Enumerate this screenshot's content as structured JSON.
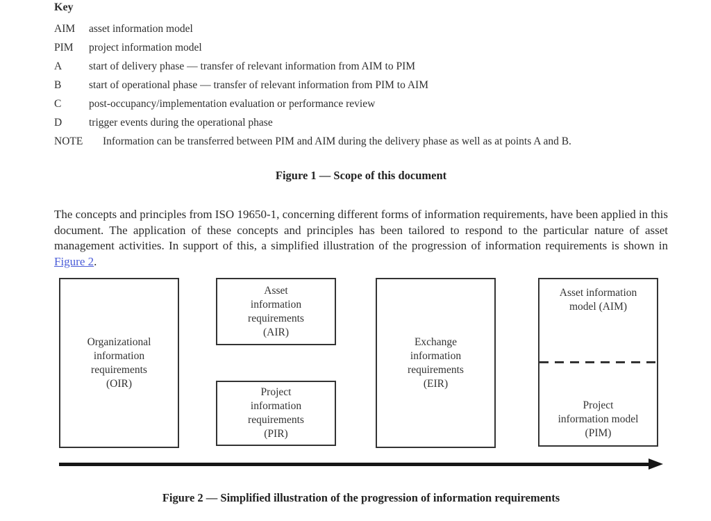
{
  "colors": {
    "text": "#2e2e2e",
    "link_blue": "#4a5cd8",
    "box_border": "#333333",
    "arrow_black": "#161616"
  },
  "key": {
    "title": "Key",
    "items": [
      {
        "term": "AIM",
        "definition": "asset information model"
      },
      {
        "term": "PIM",
        "definition": "project information model"
      },
      {
        "term": "A",
        "definition": "start of delivery phase — transfer of relevant information from AIM to PIM"
      },
      {
        "term": "B",
        "definition": "start of operational phase — transfer of relevant information from PIM to AIM"
      },
      {
        "term": "C",
        "definition": "post-occupancy/implementation evaluation or performance review"
      },
      {
        "term": "D",
        "definition": "trigger events during the operational phase"
      },
      {
        "term": "NOTE",
        "definition": "Information can be transferred between PIM and AIM during the delivery phase as well as at points A and B."
      }
    ]
  },
  "figure1_caption": "Figure 1 — Scope of this document",
  "paragraph": {
    "text_before_link": "The concepts and principles from ISO 19650-1, concerning different forms of information requirements, have been applied in this document. The application of these concepts and principles has been tailored to respond to the particular nature of asset management activities. In support of this, a simplified illustration of the progression of information requirements is shown in ",
    "link_text": "Figure 2",
    "text_after_link": "."
  },
  "diagram": {
    "boxes": [
      {
        "id": "oir",
        "lines": [
          "Organizational",
          "information",
          "requirements",
          "(OIR)"
        ]
      },
      {
        "id": "air",
        "lines": [
          "Asset",
          "information",
          "requirements",
          "(AIR)"
        ]
      },
      {
        "id": "pir",
        "lines": [
          "Project",
          "information",
          "requirements",
          "(PIR)"
        ]
      },
      {
        "id": "eir",
        "lines": [
          "Exchange",
          "information",
          "requirements",
          "(EIR)"
        ]
      },
      {
        "id": "aim",
        "lines": [
          "Asset information",
          "model (AIM)"
        ]
      },
      {
        "id": "pim",
        "lines": [
          "Project",
          "information model",
          "(PIM)"
        ]
      }
    ]
  },
  "figure2_caption": "Figure 2 — Simplified illustration of the progression of information requirements"
}
